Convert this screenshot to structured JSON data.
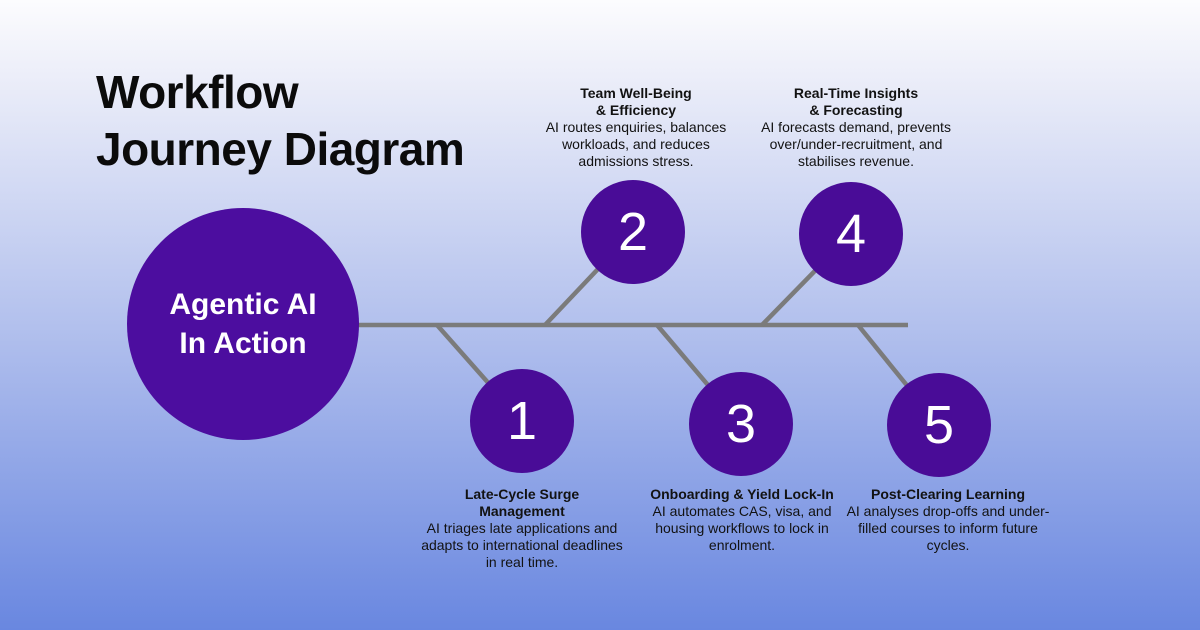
{
  "title": {
    "lines": [
      "Workflow",
      "Journey Diagram"
    ]
  },
  "hub": {
    "lines": [
      "Agentic AI",
      "In Action"
    ]
  },
  "steps": [
    {
      "number": "1",
      "placement": "below",
      "heading_lines": [
        "Late-Cycle Surge",
        "Management"
      ],
      "description": "AI triages late applications and adapts to international deadlines in real time."
    },
    {
      "number": "2",
      "placement": "above",
      "heading_lines": [
        "Team Well-Being",
        "& Efficiency"
      ],
      "description": "AI routes enquiries, balances workloads, and reduces admissions stress."
    },
    {
      "number": "3",
      "placement": "below",
      "heading_lines": [
        "Onboarding & Yield Lock-In"
      ],
      "description": "AI automates CAS, visa, and housing workflows to lock in enrolment."
    },
    {
      "number": "4",
      "placement": "above",
      "heading_lines": [
        "Real-Time Insights",
        "& Forecasting"
      ],
      "description": "AI forecasts demand, prevents over/under-recruitment, and stabilises revenue."
    },
    {
      "number": "5",
      "placement": "below",
      "heading_lines": [
        "Post-Clearing Learning"
      ],
      "description": "AI analyses drop-offs and under-filled courses to inform future cycles."
    }
  ],
  "colors": {
    "bg-top": "#fcfcfe",
    "bg-mid": "#b2c0ed",
    "bg-bottom": "#6987e0",
    "hub-fill": "#4c0d9f",
    "step-fill": "#490c97",
    "number-color": "#ffffff",
    "line-color": "#7b7b7b",
    "title-color": "#0b0b0b",
    "label-color": "#121212"
  }
}
